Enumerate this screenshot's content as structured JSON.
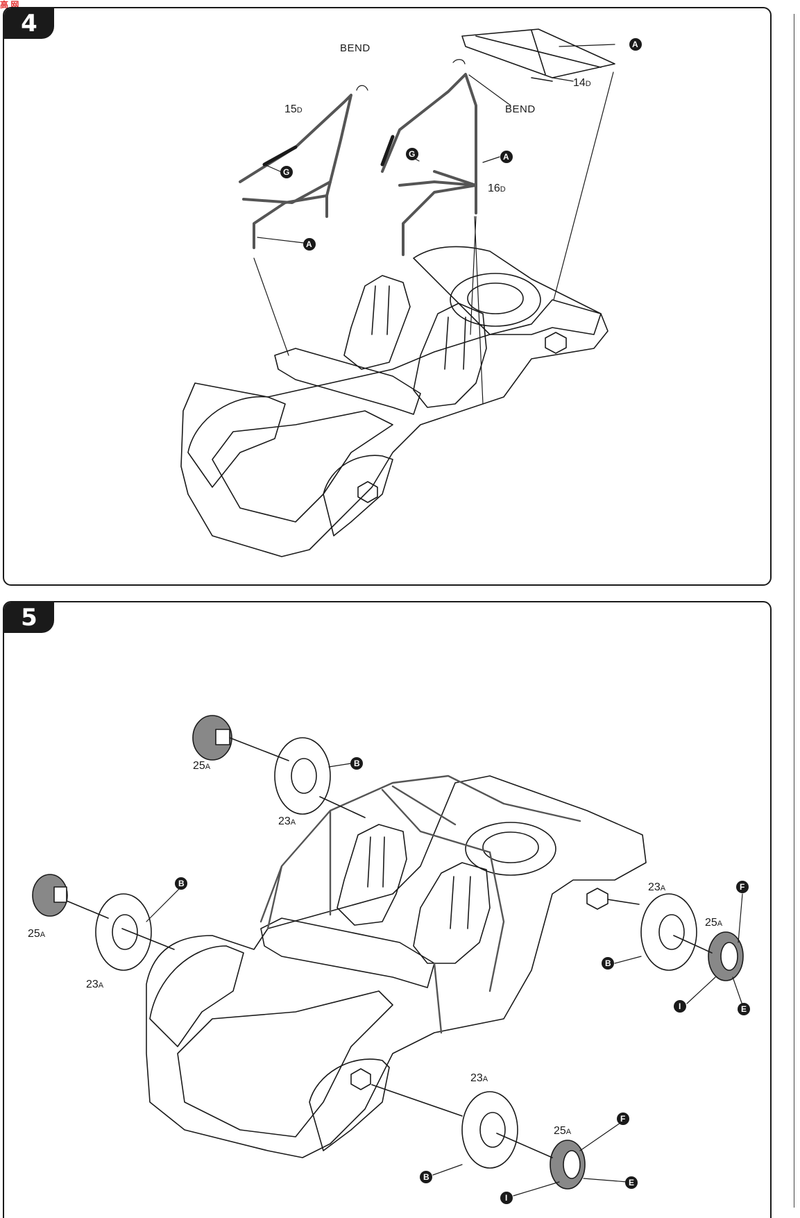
{
  "watermark": {
    "text": "高 网"
  },
  "step4": {
    "number": "4",
    "labels": {
      "bend_left": "BEND",
      "bend_right": "BEND",
      "part_15": "15",
      "part_15_sub": "D",
      "part_16": "16",
      "part_16_sub": "D",
      "part_14": "14",
      "part_14_sub": "D"
    },
    "callouts": [
      "A",
      "G",
      "A",
      "G",
      "A"
    ]
  },
  "step5": {
    "number": "5",
    "labels": {
      "wheel_tl_hub": "25",
      "wheel_tl_hub_sub": "A",
      "wheel_tl_tire": "23",
      "wheel_tl_tire_sub": "A",
      "wheel_ml_hub": "25",
      "wheel_ml_hub_sub": "A",
      "wheel_ml_tire": "23",
      "wheel_ml_tire_sub": "A",
      "wheel_r_tire": "23",
      "wheel_r_tire_sub": "A",
      "wheel_r_hub": "25",
      "wheel_r_hub_sub": "A",
      "wheel_b_tire": "23",
      "wheel_b_tire_sub": "A",
      "wheel_b_hub": "25",
      "wheel_b_hub_sub": "A"
    },
    "callouts": [
      "B",
      "B",
      "B",
      "F",
      "I",
      "E",
      "B",
      "F",
      "I",
      "E"
    ]
  }
}
